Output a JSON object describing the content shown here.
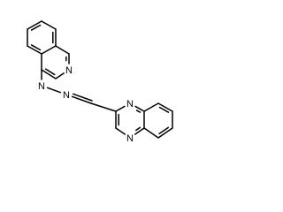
{
  "structure": {
    "atoms": [
      {
        "id": "a1",
        "element": "C"
      },
      {
        "id": "a2",
        "element": "C"
      },
      {
        "id": "a3",
        "element": "C"
      },
      {
        "id": "a4",
        "element": "C"
      },
      {
        "id": "a5",
        "element": "C"
      },
      {
        "id": "a6",
        "element": "C"
      },
      {
        "id": "a7",
        "element": "C"
      },
      {
        "id": "a8",
        "element": "C"
      },
      {
        "id": "a9",
        "element": "N",
        "label": "N"
      },
      {
        "id": "a10",
        "element": "C"
      },
      {
        "id": "a11",
        "element": "N",
        "label": "N"
      },
      {
        "id": "a12",
        "element": "N",
        "label": "N"
      },
      {
        "id": "a13",
        "element": "C"
      },
      {
        "id": "a14",
        "element": "C"
      },
      {
        "id": "a15",
        "element": "C"
      },
      {
        "id": "a16",
        "element": "N",
        "label": "N"
      },
      {
        "id": "a17",
        "element": "C"
      },
      {
        "id": "a18",
        "element": "C"
      },
      {
        "id": "a19",
        "element": "N",
        "label": "N"
      },
      {
        "id": "a20",
        "element": "C"
      },
      {
        "id": "a21",
        "element": "C"
      },
      {
        "id": "a22",
        "element": "C"
      },
      {
        "id": "a23",
        "element": "C"
      }
    ],
    "bonds": [
      {
        "from": "a1",
        "to": "a2",
        "order": 2
      },
      {
        "from": "a2",
        "to": "a3",
        "order": 1
      },
      {
        "from": "a3",
        "to": "a4",
        "order": 2
      },
      {
        "from": "a4",
        "to": "a5",
        "order": 1
      },
      {
        "from": "a5",
        "to": "a6",
        "order": 2
      },
      {
        "from": "a6",
        "to": "a1",
        "order": 1
      },
      {
        "from": "a1",
        "to": "a7",
        "order": 1
      },
      {
        "from": "a7",
        "to": "a8",
        "order": 2
      },
      {
        "from": "a8",
        "to": "a9",
        "order": 1
      },
      {
        "from": "a9",
        "to": "a10",
        "order": 2
      },
      {
        "from": "a10",
        "to": "a6",
        "order": 1
      },
      {
        "from": "a7",
        "to": "a11",
        "order": 1
      },
      {
        "from": "a11",
        "to": "a12",
        "order": 1
      },
      {
        "from": "a12",
        "to": "a13",
        "order": 2
      },
      {
        "from": "a13",
        "to": "a14",
        "order": 1
      },
      {
        "from": "a14",
        "to": "a15",
        "order": 2
      },
      {
        "from": "a15",
        "to": "a16",
        "order": 1
      },
      {
        "from": "a16",
        "to": "a17",
        "order": 2
      },
      {
        "from": "a17",
        "to": "a18",
        "order": 1
      },
      {
        "from": "a18",
        "to": "a19",
        "order": 2
      },
      {
        "from": "a19",
        "to": "a14",
        "order": 1
      },
      {
        "from": "a17",
        "to": "a20",
        "order": 1
      },
      {
        "from": "a20",
        "to": "a21",
        "order": 2
      },
      {
        "from": "a21",
        "to": "a22",
        "order": 1
      },
      {
        "from": "a22",
        "to": "a23",
        "order": 2
      },
      {
        "from": "a23",
        "to": "a18",
        "order": 1
      }
    ]
  }
}
